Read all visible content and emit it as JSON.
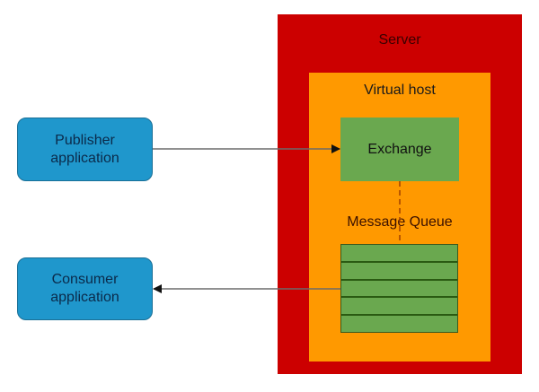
{
  "diagram": {
    "server": {
      "label": "Server",
      "color": "#cc0000"
    },
    "virtual_host": {
      "label": "Virtual host",
      "color": "#ff9900"
    },
    "exchange": {
      "label": "Exchange",
      "color": "#6aa84f"
    },
    "queue": {
      "label": "Message Queue",
      "slot_count": 5,
      "color": "#6aa84f"
    },
    "publisher": {
      "line1": "Publisher",
      "line2": "application",
      "color": "#1f97cc"
    },
    "consumer": {
      "line1": "Consumer",
      "line2": "application",
      "color": "#1f97cc"
    },
    "edges": [
      {
        "from": "publisher",
        "to": "exchange",
        "style": "solid",
        "arrow": "end"
      },
      {
        "from": "exchange",
        "to": "queue",
        "style": "dashed",
        "arrow": "none"
      },
      {
        "from": "queue",
        "to": "consumer",
        "style": "solid",
        "arrow": "end"
      }
    ]
  }
}
